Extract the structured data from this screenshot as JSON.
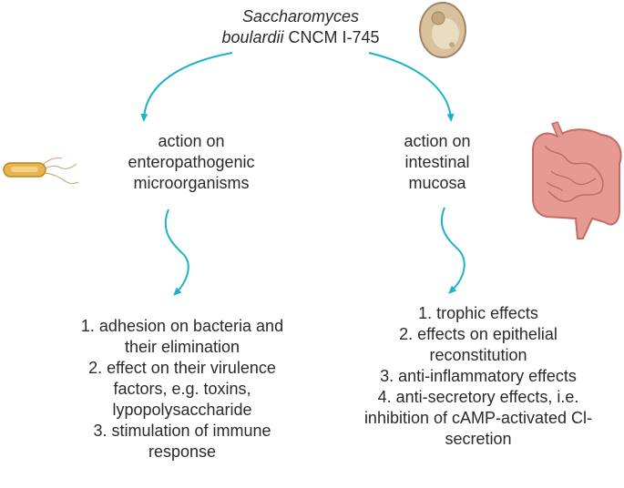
{
  "title": {
    "italic_line1": "Saccharomyces",
    "italic_word2": "boulardii",
    "strain": " CNCM I-745"
  },
  "left_branch": {
    "heading": [
      "action on",
      "enteropathogenic",
      "microorganisms"
    ],
    "items": [
      "1. adhesion on bacteria and",
      "their elimination",
      "2. effect on their virulence",
      "factors, e.g. toxins,",
      "lypopolysaccharide",
      "3. stimulation of immune",
      "response"
    ]
  },
  "right_branch": {
    "heading": [
      "action on",
      "intestinal",
      "mucosa"
    ],
    "items": [
      "1. trophic effects",
      "2. effects on epithelial",
      "reconstitution",
      "3. anti-inflammatory effects",
      "4. anti-secretory effects, i.e.",
      "inhibition of cAMP-activated Cl-",
      "secretion"
    ]
  },
  "icons": [
    "yeast-cell-icon",
    "bacterium-icon",
    "intestine-icon"
  ],
  "colors": {
    "arrow": "#1ab3cc",
    "text": "#2a2a2a",
    "yeast": "#d8c19c",
    "bacterium": "#e8b44d",
    "intestine": "#e79a92"
  }
}
